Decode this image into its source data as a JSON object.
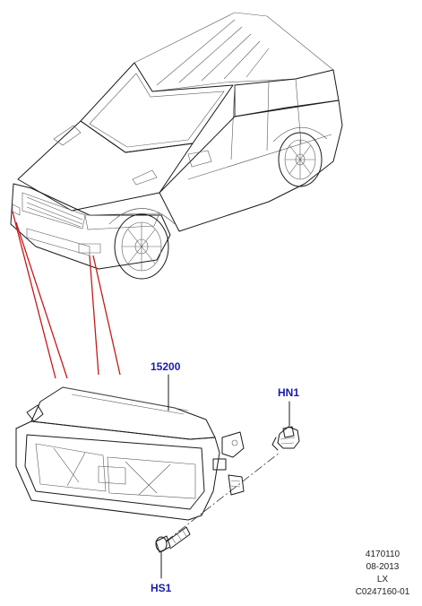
{
  "callouts": {
    "fog_lamp": "15200",
    "bulb": "HN1",
    "screw": "HS1"
  },
  "reference": {
    "part_number": "4170110",
    "date": "08-2013",
    "model": "LX",
    "illustration_code": "C0247160-01"
  },
  "colors": {
    "leader": "#c41a1a",
    "callout_text": "#1a1aa8"
  }
}
